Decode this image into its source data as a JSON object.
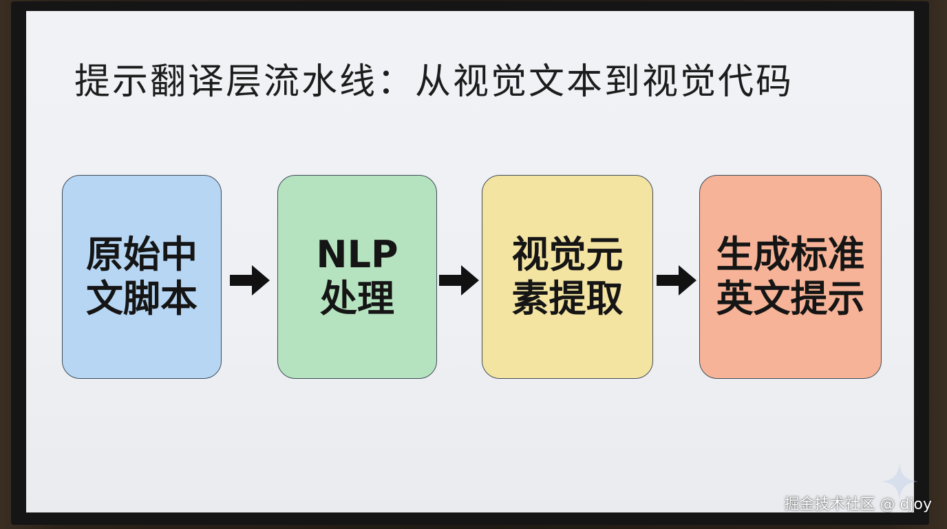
{
  "slide": {
    "title": "提示翻译层流水线：从视觉文本到视觉代码"
  },
  "pipeline": {
    "steps": [
      {
        "label": "原始中\n文脚本",
        "color": "#b7d6f4"
      },
      {
        "label": "NLP\n处理",
        "color": "#b5e3bf"
      },
      {
        "label": "视觉元\n素提取",
        "color": "#f4e4a2"
      },
      {
        "label": "生成标准\n英文提示",
        "color": "#f6b397"
      }
    ],
    "arrow_icon": "right-arrow-icon",
    "arrow_color": "#111111"
  },
  "watermark": {
    "text": "掘金技术社区 @ djoy"
  },
  "colors": {
    "screen_background": "#eef0f4",
    "border": "#3d4a55",
    "text": "#151515"
  }
}
